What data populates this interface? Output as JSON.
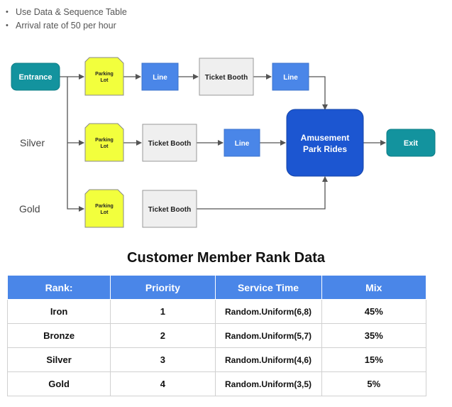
{
  "bullets": [
    "Use Data & Sequence Table",
    "Arrival rate of 50 per hour"
  ],
  "flow": {
    "entrance": "Entrance",
    "silver": "Silver",
    "gold": "Gold",
    "parking_lot": [
      "Parking",
      "Lot"
    ],
    "line": "Line",
    "ticket_booth": "Ticket Booth",
    "rides": [
      "Amusement",
      "Park Rides"
    ],
    "exit": "Exit"
  },
  "table": {
    "title": "Customer Member Rank Data",
    "headers": [
      "Rank:",
      "Priority",
      "Service Time",
      "Mix"
    ],
    "rows": [
      [
        "Iron",
        "1",
        "Random.Uniform(6,8)",
        "45%"
      ],
      [
        "Bronze",
        "2",
        "Random.Uniform(5,7)",
        "35%"
      ],
      [
        "Silver",
        "3",
        "Random.Uniform(4,6)",
        "15%"
      ],
      [
        "Gold",
        "4",
        "Random.Uniform(3,5)",
        "5%"
      ]
    ]
  },
  "colors": {
    "teal": "#13939e",
    "blue_box": "#4a86e8",
    "parking_yellow": "#f2ff3d",
    "booth_gray": "#efefef",
    "rides_blue": "#1c56d1",
    "header_blue": "#4a86e8"
  }
}
